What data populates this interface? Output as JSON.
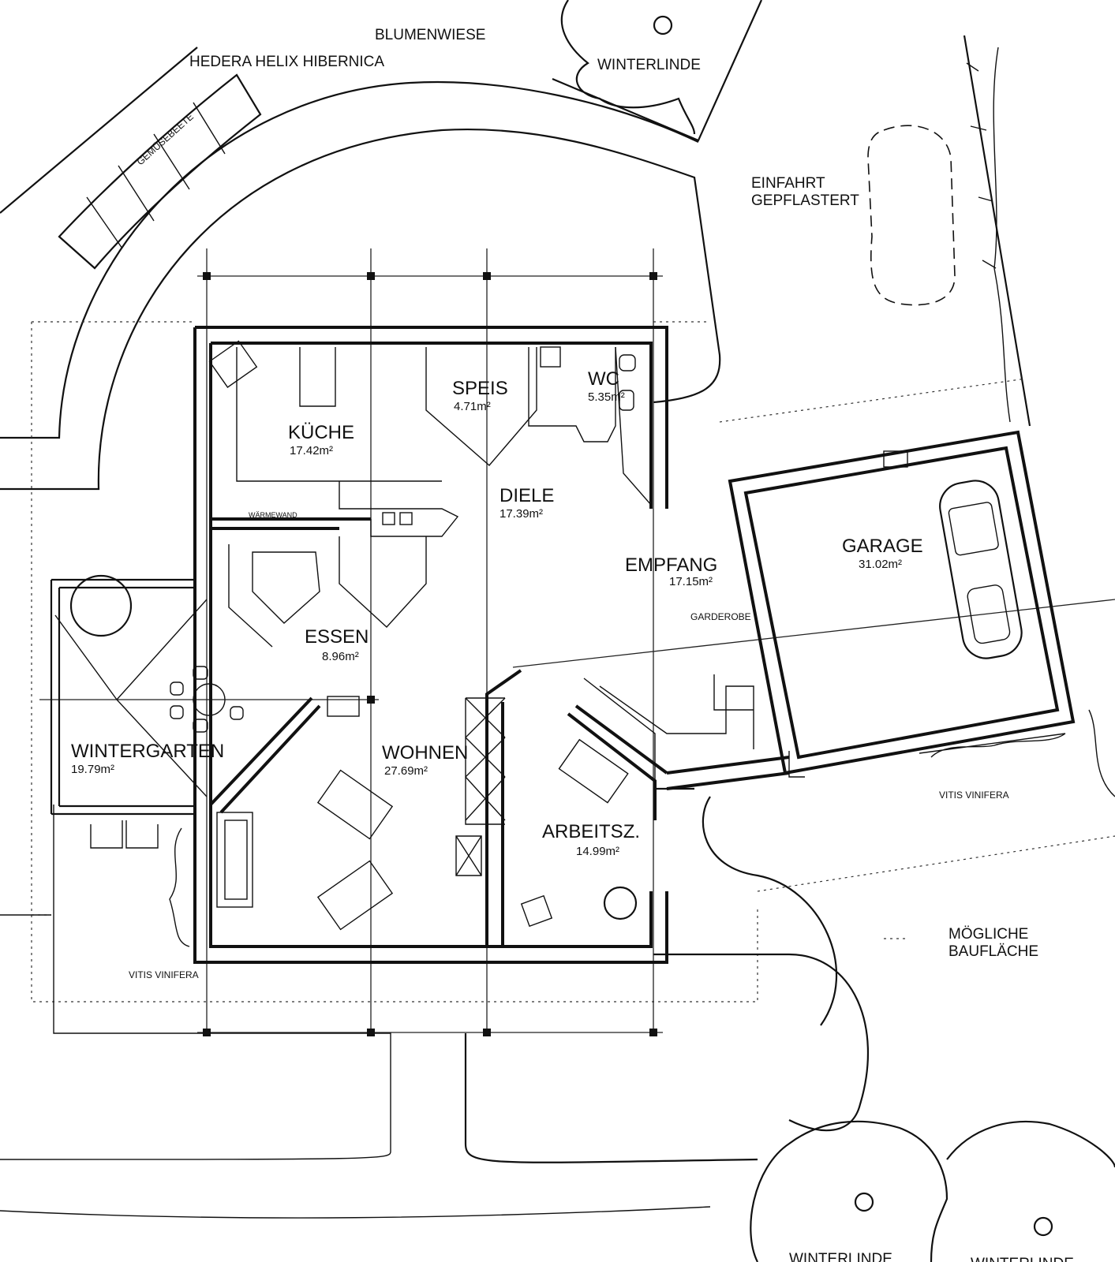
{
  "site_labels": {
    "blumenwiese": "BLUMENWIESE",
    "hedera": "HEDERA HELIX HIBERNICA",
    "gemuesebeete": "GEMÜSEBEETE",
    "winterlinde_top": "WINTERLINDE",
    "einfahrt_1": "EINFAHRT",
    "einfahrt_2": "GEPFLASTERT",
    "vitis_right": "VITIS VINIFERA",
    "vitis_left": "VITIS VINIFERA",
    "moegliche_1": "MÖGLICHE",
    "moegliche_2": "BAUFLÄCHE",
    "winterlinde_bottom_1": "WINTERLINDE",
    "winterlinde_bottom_2": "WINTERLINDE",
    "garderobe": "GARDEROBE",
    "waermewand": "WÄRMEWAND"
  },
  "rooms": [
    {
      "name": "KÜCHE",
      "area": "17.42m²"
    },
    {
      "name": "SPEIS",
      "area": "4.71m²"
    },
    {
      "name": "WC",
      "area": "5.35m²"
    },
    {
      "name": "DIELE",
      "area": "17.39m²"
    },
    {
      "name": "EMPFANG",
      "area": "17.15m²"
    },
    {
      "name": "GARAGE",
      "area": "31.02m²"
    },
    {
      "name": "ESSEN",
      "area": "8.96m²"
    },
    {
      "name": "WINTERGARTEN",
      "area": "19.79m²"
    },
    {
      "name": "WOHNEN",
      "area": "27.69m²"
    },
    {
      "name": "ARBEITSZ.",
      "area": "14.99m²"
    }
  ]
}
